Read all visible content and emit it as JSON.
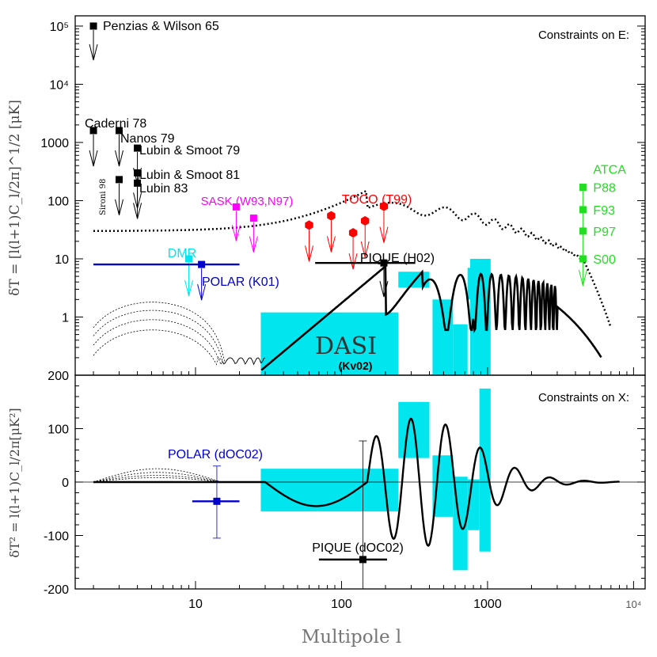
{
  "chart_data": [
    {
      "type": "scatter",
      "panel": "top",
      "ylabel": "δT = [l(l+1)C_l/2π]^1/2 [μK]",
      "xscale": "log",
      "yscale": "log",
      "xlim": [
        1.5,
        12000
      ],
      "ylim": [
        0.1,
        150000
      ],
      "y_ticks": [
        {
          "value": 100000,
          "label": "10⁵"
        },
        {
          "value": 10000,
          "label": "10⁴"
        },
        {
          "value": 1000,
          "label": "1000"
        },
        {
          "value": 100,
          "label": "100"
        },
        {
          "value": 10,
          "label": "10"
        },
        {
          "value": 1,
          "label": "1"
        }
      ],
      "legend_text": "Constraints on E:",
      "upper_limits": [
        {
          "label": "Penzias & Wilson 65",
          "l": 2,
          "value": 100000,
          "color": "#000000"
        },
        {
          "label": "Caderni 78",
          "l": 2,
          "value": 1600,
          "color": "#000000"
        },
        {
          "label": "Nanos 79",
          "l": 3,
          "value": 1600,
          "color": "#000000"
        },
        {
          "label": "Lubin & Smoot 79",
          "l": 4,
          "value": 800,
          "color": "#000000"
        },
        {
          "label": "Lubin & Smoot 81",
          "l": 4,
          "value": 300,
          "color": "#000000"
        },
        {
          "label": "Lubin 83",
          "l": 4,
          "value": 200,
          "color": "#000000"
        },
        {
          "label": "Sironi 98",
          "l": 3,
          "value": 230,
          "color": "#000000"
        },
        {
          "label": "SASK (W93,N97)",
          "l": 19,
          "value": 78,
          "color": "#ff00ff"
        },
        {
          "label": "SASK (W93,N97)",
          "l": 25,
          "value": 50,
          "color": "#ff00ff"
        },
        {
          "label": "DMR",
          "l": 9,
          "value": 10,
          "color": "#00e5ee"
        },
        {
          "label": "POLAR (K01)",
          "l": 11,
          "value": 8,
          "color": "#0000cc",
          "l_range": [
            2,
            20
          ]
        },
        {
          "label": "TOCO (T99)",
          "l": 60,
          "value": 38,
          "color": "#ff0000"
        },
        {
          "label": "TOCO (T99)",
          "l": 85,
          "value": 55,
          "color": "#ff0000"
        },
        {
          "label": "TOCO (T99)",
          "l": 120,
          "value": 28,
          "color": "#ff0000"
        },
        {
          "label": "TOCO (T99)",
          "l": 145,
          "value": 45,
          "color": "#ff0000"
        },
        {
          "label": "TOCO (T99)",
          "l": 195,
          "value": 80,
          "color": "#ff0000"
        },
        {
          "label": "PIQUE (H02)",
          "l": 195,
          "value": 8.5,
          "color": "#000000",
          "l_range": [
            66,
            320
          ]
        }
      ],
      "atca": {
        "label": "ATCA",
        "l": 4500,
        "color": "#22dd22",
        "points": [
          {
            "label": "P88",
            "value": 170
          },
          {
            "label": "F93",
            "value": 70
          },
          {
            "label": "P97",
            "value": 30
          },
          {
            "label": "S00",
            "value": 10
          }
        ]
      },
      "dasi": {
        "label": "DASI",
        "sublabel": "(Kv02)",
        "color": "#00e5ee",
        "boxes": [
          {
            "l_min": 28,
            "l_max": 245,
            "y_min": 0.1,
            "y_max": 1.2
          },
          {
            "l_min": 245,
            "l_max": 400,
            "y_min": 3.2,
            "y_max": 6
          },
          {
            "l_min": 420,
            "l_max": 580,
            "y_min": 0.1,
            "y_max": 2
          },
          {
            "l_min": 580,
            "l_max": 730,
            "y_min": 0.1,
            "y_max": 0.75
          },
          {
            "l_min": 730,
            "l_max": 880,
            "y_min": 2,
            "y_max": 7
          },
          {
            "l_min": 760,
            "l_max": 1050,
            "y_min": 0.1,
            "y_max": 10
          },
          {
            "l_min": 880,
            "l_max": 1000,
            "y_min": 5,
            "y_max": 10
          }
        ]
      }
    },
    {
      "type": "scatter",
      "panel": "bottom",
      "ylabel": "δT² = l(l+1)C_l/2π[μK²]",
      "xlabel": "Multipole l",
      "xscale": "log",
      "xlim": [
        1.5,
        12000
      ],
      "ylim": [
        -200,
        200
      ],
      "x_ticks": [
        {
          "value": 10,
          "label": "10"
        },
        {
          "value": 100,
          "label": "100"
        },
        {
          "value": 1000,
          "label": "1000"
        },
        {
          "value": 10000,
          "label": "10⁴"
        }
      ],
      "y_ticks": [
        {
          "value": 200,
          "label": "200"
        },
        {
          "value": 100,
          "label": "100"
        },
        {
          "value": 0,
          "label": "0"
        },
        {
          "value": -100,
          "label": "-100"
        },
        {
          "value": -200,
          "label": "-200"
        }
      ],
      "legend_text": "Constraints on X:",
      "points": [
        {
          "label": "POLAR (dOC02)",
          "l": 14,
          "value": -36,
          "y_err": [
            -105,
            30
          ],
          "l_range": [
            9.5,
            20
          ],
          "color": "#0000cc"
        },
        {
          "label": "PIQUE (dOC02)",
          "l": 140,
          "value": -145,
          "y_err": [
            -200,
            77
          ],
          "l_range": [
            70,
            205
          ],
          "color": "#000000"
        }
      ],
      "dasi_boxes": [
        {
          "l_min": 28,
          "l_max": 245,
          "y_min": -55,
          "y_max": 25
        },
        {
          "l_min": 245,
          "l_max": 400,
          "y_min": 45,
          "y_max": 150
        },
        {
          "l_min": 420,
          "l_max": 580,
          "y_min": -65,
          "y_max": 50
        },
        {
          "l_min": 580,
          "l_max": 730,
          "y_min": -165,
          "y_max": 10
        },
        {
          "l_min": 730,
          "l_max": 880,
          "y_min": -90,
          "y_max": 5
        },
        {
          "l_min": 880,
          "l_max": 1050,
          "y_min": -130,
          "y_max": 175
        }
      ]
    }
  ]
}
